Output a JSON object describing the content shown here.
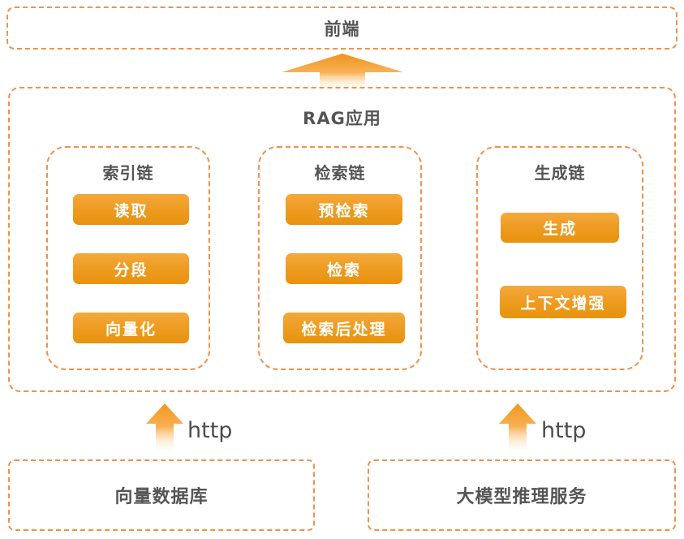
{
  "frontend": {
    "label": "前端"
  },
  "rag_app": {
    "title": "RAG应用",
    "columns": [
      {
        "title": "索引链",
        "items": [
          "读取",
          "分段",
          "向量化"
        ]
      },
      {
        "title": "检索链",
        "items": [
          "预检索",
          "检索",
          "检索后处理"
        ]
      },
      {
        "title": "生成链",
        "items": [
          "生成",
          "上下文增强"
        ]
      }
    ]
  },
  "connections": {
    "left_protocol": "http",
    "right_protocol": "http"
  },
  "services": {
    "left": {
      "label": "向量数据库"
    },
    "right": {
      "label": "大模型推理服务"
    }
  },
  "colors": {
    "dashed_border": "#F0914B",
    "chip_gradient_top": "#F5A93C",
    "chip_gradient_bottom": "#E8920D",
    "arrow_orange": "#F2991E",
    "text_gray": "#555555",
    "chip_text": "#FFFFFF"
  }
}
